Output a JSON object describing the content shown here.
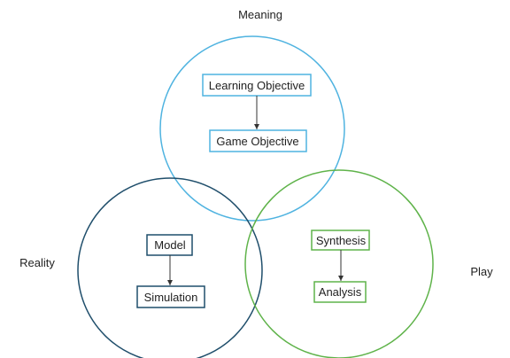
{
  "labels": {
    "meaning": "Meaning",
    "reality": "Reality",
    "play": "Play"
  },
  "meaning_boxes": {
    "top": "Learning Objective",
    "bottom": "Game Objective"
  },
  "reality_boxes": {
    "top": "Model",
    "bottom": "Simulation"
  },
  "play_boxes": {
    "top": "Synthesis",
    "bottom": "Analysis"
  },
  "colors": {
    "meaning": "#4fb3e0",
    "reality": "#1f4e6b",
    "play": "#5fb34a"
  }
}
